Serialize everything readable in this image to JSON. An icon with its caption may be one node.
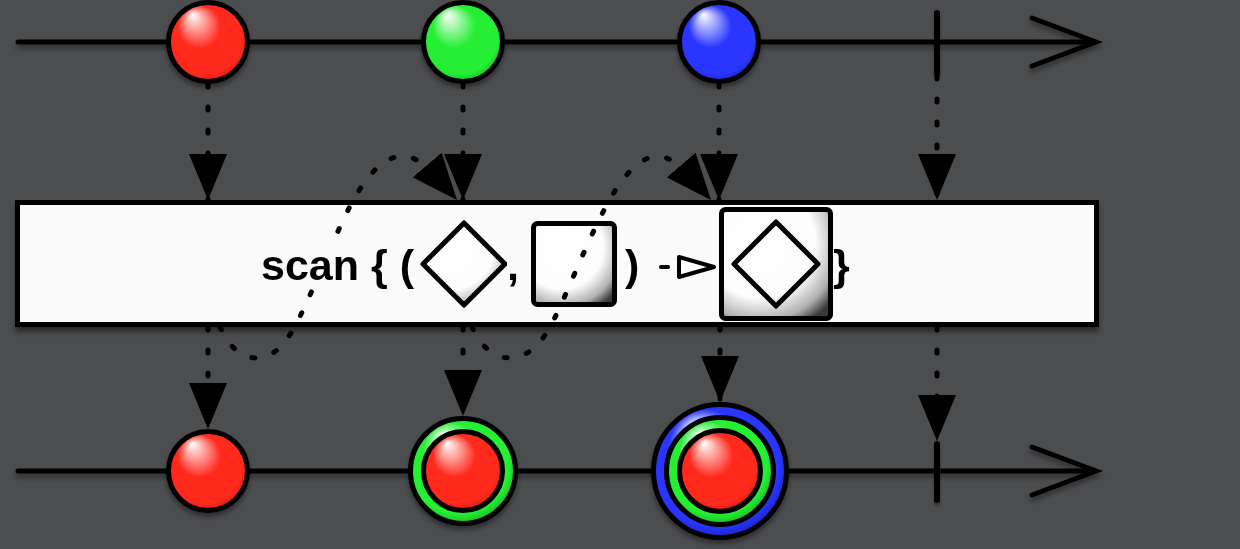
{
  "diagram": {
    "nodes": [
      {
        "text": [],
        "shape": "circle"
      },
      {
        "text": [],
        "shape": "circle"
      },
      {
        "text": [],
        "shape": "circle"
      },
      {
        "text": [],
        "shape": "bar"
      },
      {
        "text": [
          "scan { (",
          ",",
          ")",
          "}"
        ]
      },
      {
        "text": [],
        "shape": "circle"
      },
      {
        "text": [],
        "shape": "circle"
      },
      {
        "text": [],
        "shape": "circle"
      },
      {
        "text": [],
        "shape": "bar"
      }
    ],
    "edges": [
      {
        "from": 0,
        "to": 4,
        "arrow": "to",
        "style": "dashed"
      },
      {
        "from": 1,
        "to": 4,
        "arrow": "to",
        "style": "dashed"
      },
      {
        "from": 2,
        "to": 4,
        "arrow": "to",
        "style": "dashed"
      },
      {
        "from": 3,
        "to": 4,
        "arrow": "to",
        "style": "dashed"
      },
      {
        "from": 4,
        "to": 5,
        "arrow": "to",
        "style": "dashed"
      },
      {
        "from": 4,
        "to": 6,
        "arrow": "to",
        "style": "dashed"
      },
      {
        "from": 4,
        "to": 7,
        "arrow": "to",
        "style": "dashed"
      },
      {
        "from": 4,
        "to": 8,
        "arrow": "to",
        "style": "dashed"
      },
      {
        "from": 4,
        "to": 4,
        "arrow": "to",
        "style": "dashed"
      },
      {
        "from": 4,
        "to": 4,
        "arrow": "to",
        "style": "dashed"
      }
    ]
  }
}
